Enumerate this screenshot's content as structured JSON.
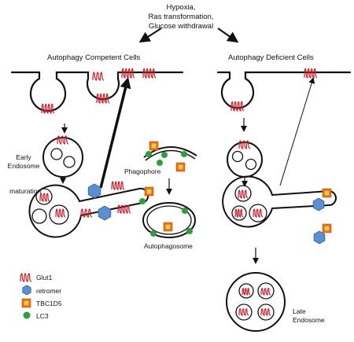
{
  "conditions": [
    "Hypoxia,",
    "Ras transformation,",
    "Glucose withdrawal"
  ],
  "panels": {
    "left": "Autophagy Competent Cells",
    "right": "Autophagy Deficient Cells"
  },
  "labels": {
    "early_endosome": [
      "Early",
      "Endosome"
    ],
    "maturation": "maturation",
    "phagophore": "Phagophore",
    "autophagosome": "Autophagosome",
    "late_endosome": [
      "Late",
      "Endosome"
    ]
  },
  "legend": {
    "items": [
      {
        "icon": "glut1-icon",
        "label": "Glut1"
      },
      {
        "icon": "retromer-icon",
        "label": "retromer"
      },
      {
        "icon": "tbc1d5-icon",
        "label": "TBC1D5"
      },
      {
        "icon": "lc3-icon",
        "label": "LC3"
      }
    ]
  },
  "colors": {
    "glut1": "#c0202a",
    "retromer": "#5b8fd0",
    "tbc1d5_outer": "#e8711e",
    "tbc1d5_inner": "#f6d046",
    "lc3": "#2e9e3e",
    "line": "#111111"
  }
}
